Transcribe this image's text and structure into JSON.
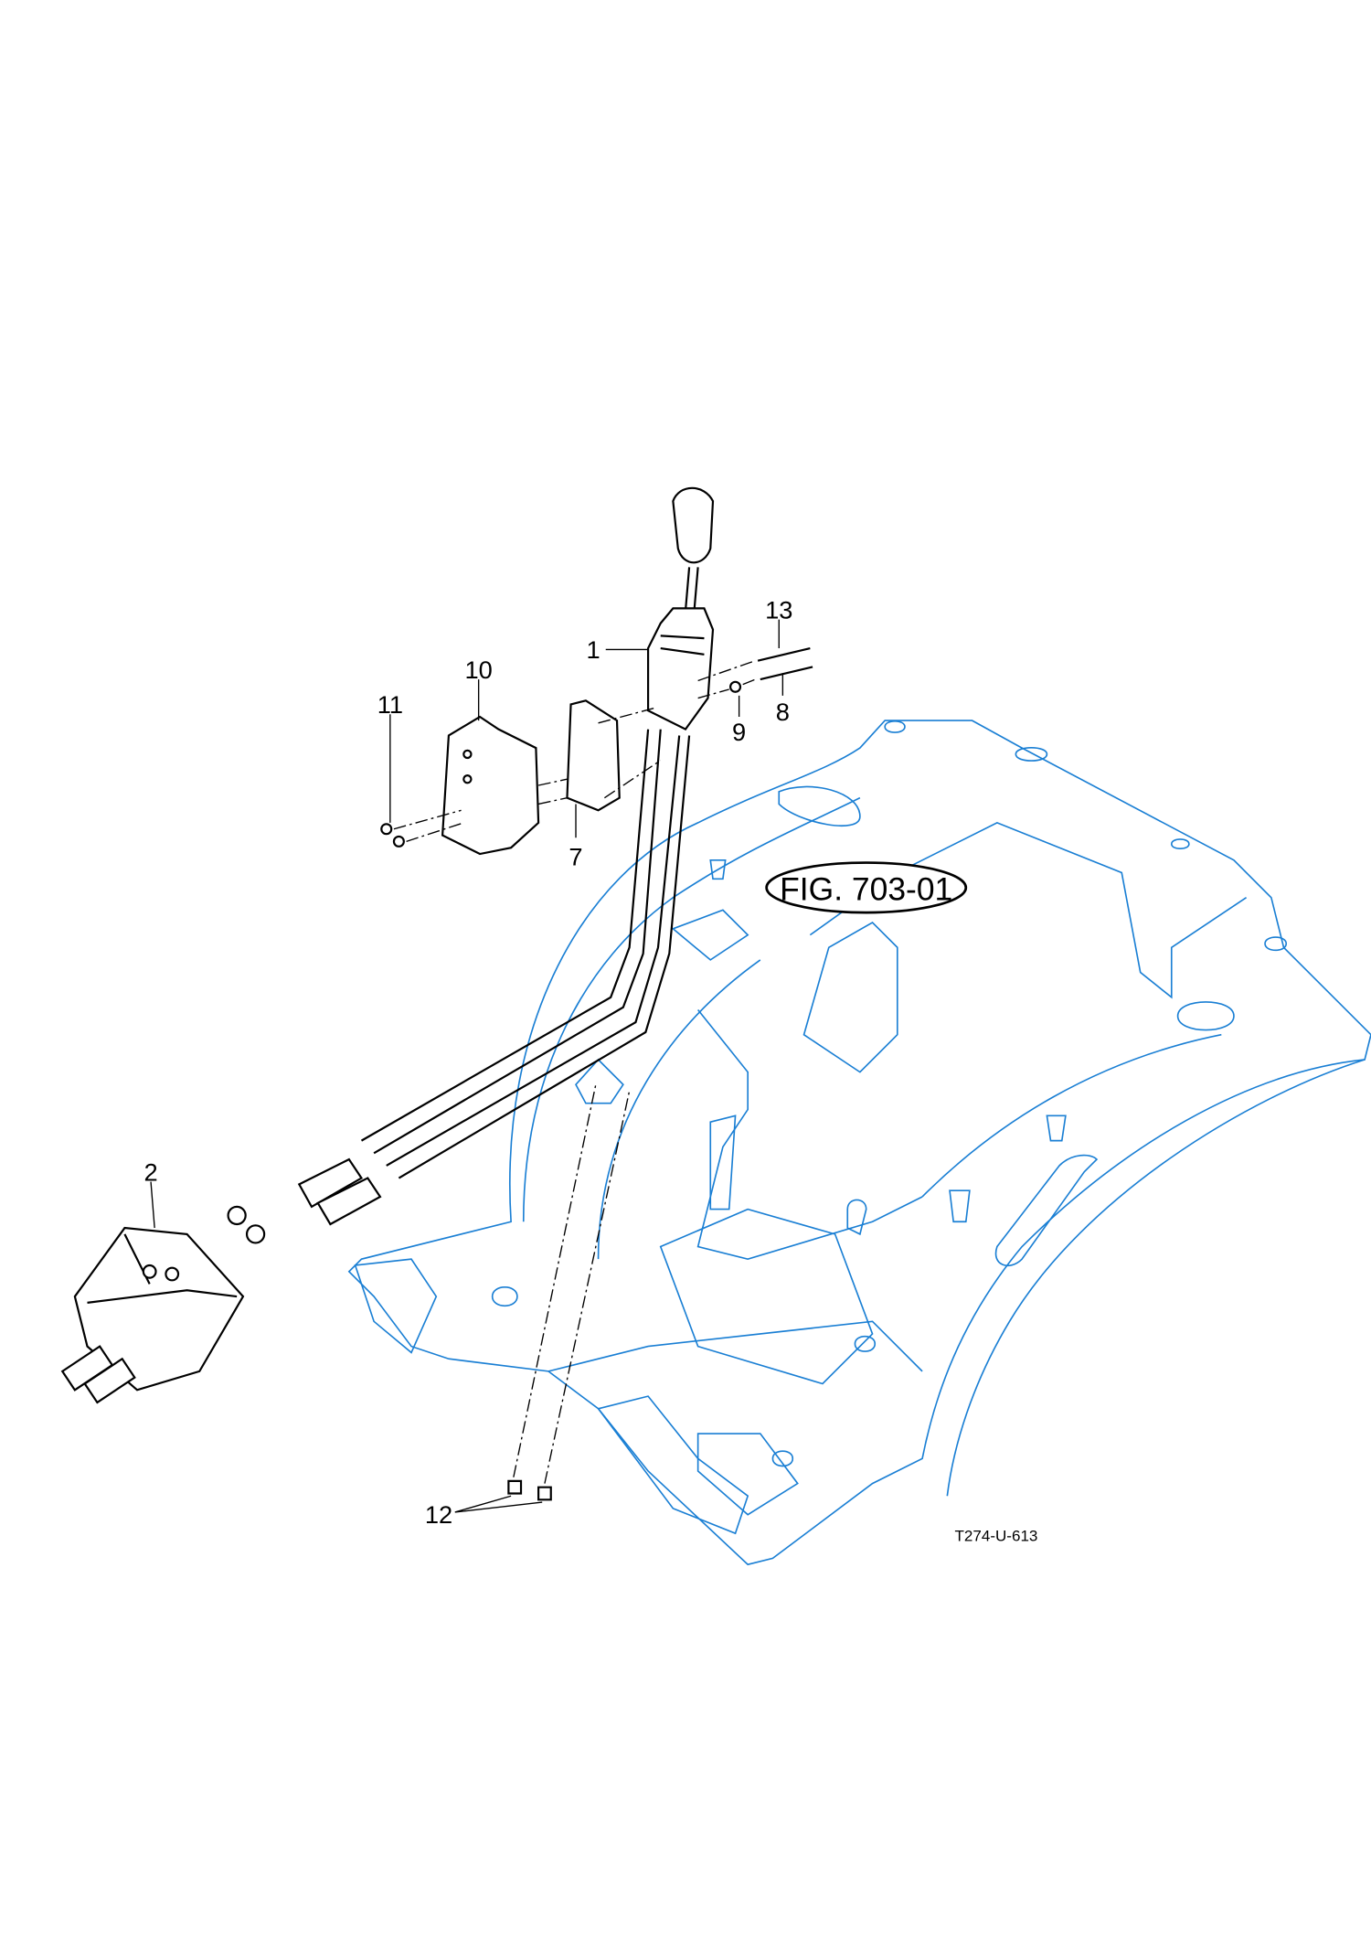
{
  "figure": {
    "reference_label": "FIG. 703-01",
    "drawing_code": "T274-U-613",
    "callouts": [
      "1",
      "2",
      "7",
      "8",
      "9",
      "10",
      "11",
      "12",
      "13"
    ]
  },
  "colors": {
    "frame_line": "#1a7fd4",
    "part_line": "#000000"
  }
}
